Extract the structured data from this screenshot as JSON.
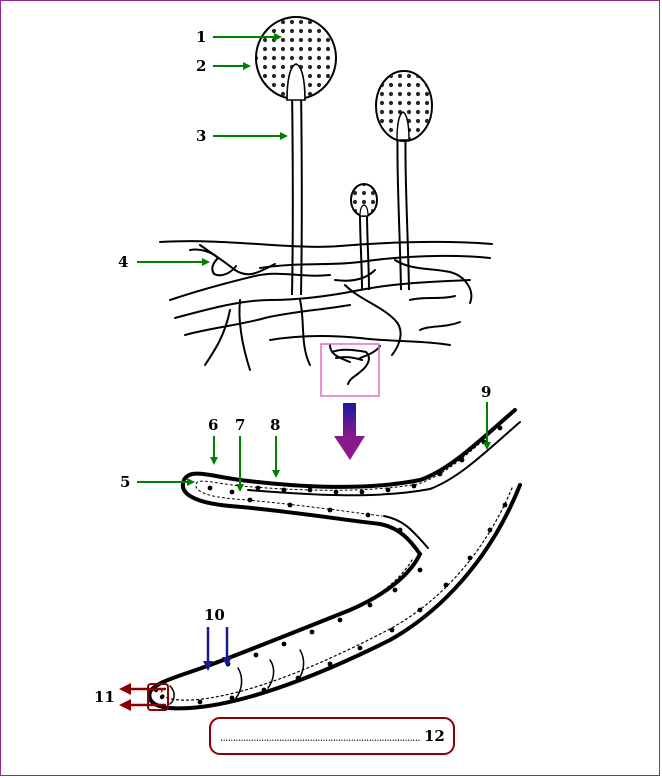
{
  "diagram": {
    "labels": {
      "l1": "1",
      "l2": "2",
      "l3": "3",
      "l4": "4",
      "l5": "5",
      "l6": "6",
      "l7": "7",
      "l8": "8",
      "l9": "9",
      "l10": "10",
      "l11": "11",
      "l12": "12"
    },
    "answer_box_dots": "..............................................................................",
    "colors": {
      "frame": "#8b2c8b",
      "green_arrow": "#008000",
      "blue_arrow": "#1a1a8c",
      "red_arrow": "#8b0000",
      "zoom_box": "#e060c0",
      "zoom_arrow_top": "#1a1aa0",
      "zoom_arrow_bottom": "#7a1a8a"
    }
  }
}
